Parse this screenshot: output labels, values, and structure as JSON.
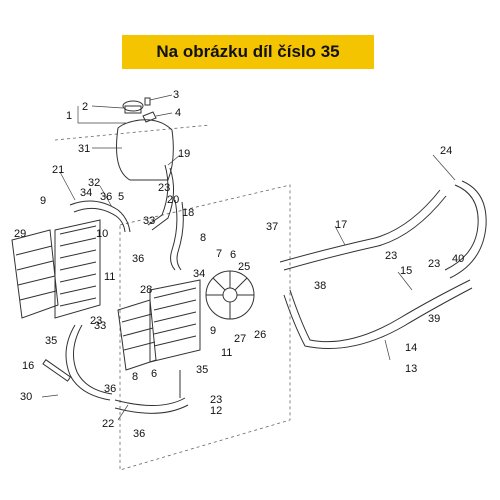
{
  "banner": {
    "title": "Na obrázku díl číslo 35"
  },
  "colors": {
    "banner_bg": "#f5c400",
    "text": "#111111",
    "line": "#333333"
  },
  "callouts": [
    "1",
    "2",
    "3",
    "4",
    "31",
    "19",
    "21",
    "34",
    "9",
    "32",
    "36",
    "5",
    "33",
    "23",
    "20",
    "18",
    "29",
    "10",
    "11",
    "8",
    "7",
    "6",
    "25",
    "39",
    "24",
    "17",
    "37",
    "40",
    "15",
    "38",
    "28",
    "22",
    "16",
    "35",
    "12",
    "27",
    "26",
    "14",
    "13",
    "30"
  ]
}
